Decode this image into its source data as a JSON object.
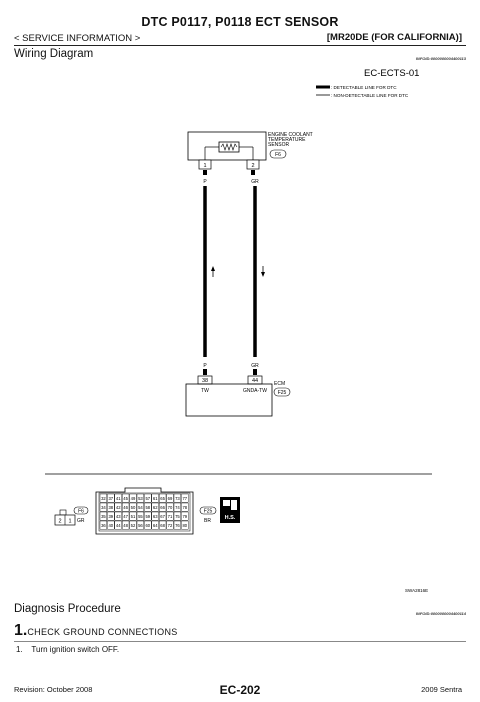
{
  "header": {
    "title": "DTC P0117, P0118 ECT SENSOR",
    "service_info": "< SERVICE INFORMATION >",
    "model": "[MR20DE (FOR CALIFORNIA)]"
  },
  "wiring": {
    "section_title": "Wiring Diagram",
    "infoid": "INFOID:0000000004400113",
    "diagram_id": "EC-ECTS-01",
    "legend": [
      {
        "label": ": DETECTABLE LINE FOR DTC",
        "style": "thick"
      },
      {
        "label": ": NON-DETECTABLE LINE FOR DTC",
        "style": "thin"
      }
    ],
    "sensor": {
      "label_lines": [
        "ENGINE COOLANT",
        "TEMPERATURE",
        "SENSOR"
      ],
      "connector": "F6",
      "pins": [
        "1",
        "2"
      ]
    },
    "wires": [
      {
        "top_color": "P",
        "bottom_color": "P"
      },
      {
        "top_color": "GR",
        "bottom_color": "GR"
      }
    ],
    "ecm": {
      "label": "ECM",
      "connector": "F25",
      "pins": [
        "38",
        "44"
      ],
      "terminals": [
        "TW",
        "GNDA-TW"
      ]
    },
    "connectors": {
      "f6_pins": [
        "2",
        "1"
      ],
      "f6_id": "F6",
      "f6_color": "GR",
      "f25_id": "F25",
      "f25_color": "BR",
      "grid_rows": [
        [
          "32",
          "37",
          "41",
          "45",
          "49",
          "53",
          "57",
          "61",
          "65",
          "69",
          "73",
          "77"
        ],
        [
          "34",
          "38",
          "42",
          "46",
          "50",
          "54",
          "58",
          "62",
          "66",
          "70",
          "74",
          "78"
        ],
        [
          "35",
          "39",
          "43",
          "47",
          "51",
          "55",
          "59",
          "63",
          "67",
          "71",
          "75",
          "79"
        ],
        [
          "36",
          "40",
          "44",
          "48",
          "52",
          "56",
          "60",
          "64",
          "68",
          "72",
          "76",
          "80"
        ]
      ],
      "hs_label": "H.S."
    },
    "image_code": "SWA2816E"
  },
  "diagnosis": {
    "section_title": "Diagnosis Procedure",
    "infoid": "INFOID:0000000004400114",
    "step_number": "1.",
    "step_title": "CHECK GROUND CONNECTIONS",
    "substep": "1.    Turn ignition switch OFF."
  },
  "footer": {
    "revision": "Revision: October 2008",
    "page": "EC-202",
    "vehicle": "2009 Sentra"
  },
  "colors": {
    "ink": "#111111",
    "wire": "#000000"
  }
}
